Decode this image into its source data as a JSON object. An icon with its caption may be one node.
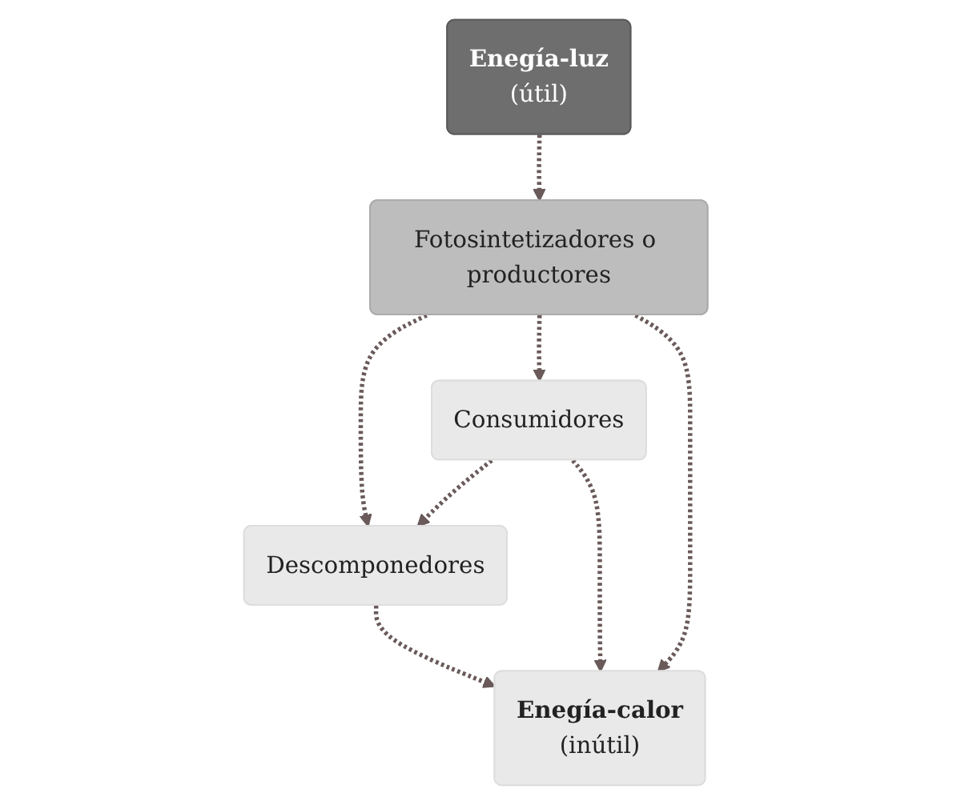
{
  "diagram": {
    "nodes": [
      {
        "text": [
          "Enegía-luz",
          "(útil)"
        ]
      },
      {
        "text": [
          "Fotosintetizadores o productores"
        ]
      },
      {
        "text": [
          "Descomponedores"
        ]
      },
      {
        "text": [
          "Consumidores"
        ]
      },
      {
        "text": [
          "Enegía-calor",
          "(inútil)"
        ]
      }
    ],
    "edges": [
      {
        "from": 0,
        "to": 1,
        "arrow": "to",
        "style": "dashed"
      },
      {
        "from": 1,
        "to": 2,
        "arrow": "to",
        "style": "dashed"
      },
      {
        "from": 1,
        "to": 3,
        "arrow": "to",
        "style": "dashed"
      },
      {
        "from": 1,
        "to": 4,
        "arrow": "to",
        "style": "dashed"
      },
      {
        "from": 3,
        "to": 2,
        "arrow": "to",
        "style": "dashed"
      },
      {
        "from": 3,
        "to": 4,
        "arrow": "to",
        "style": "dashed"
      },
      {
        "from": 2,
        "to": 4,
        "arrow": "to",
        "style": "dashed"
      }
    ]
  }
}
